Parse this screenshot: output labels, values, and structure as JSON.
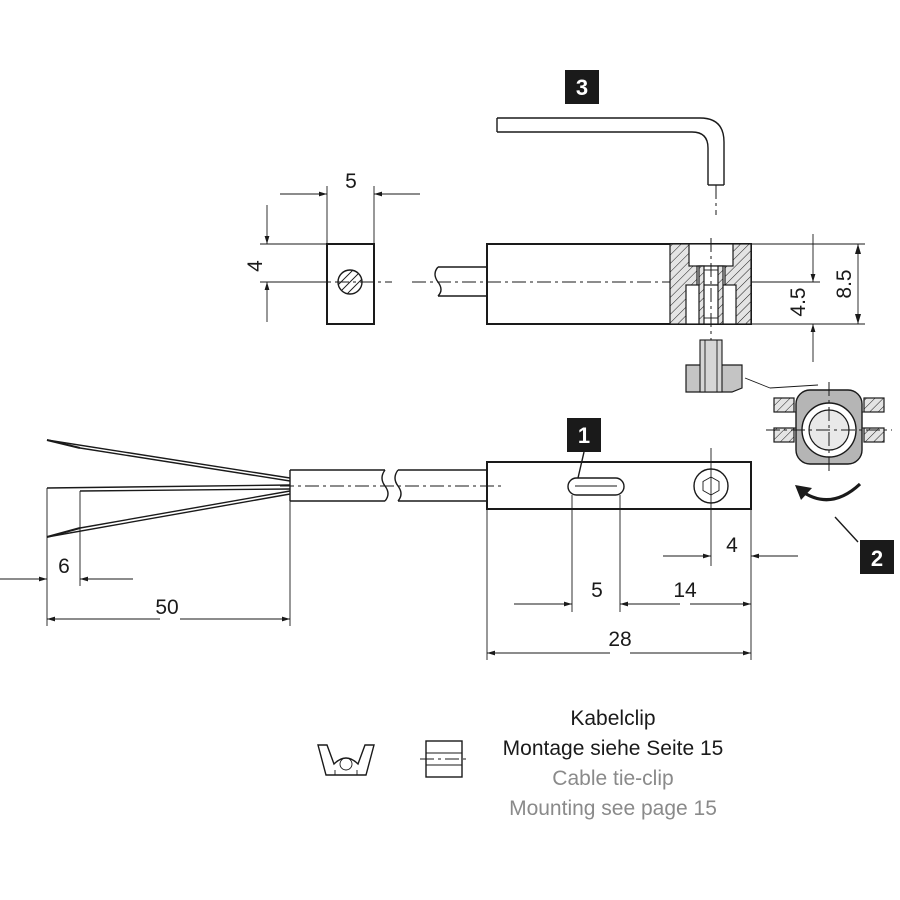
{
  "badges": {
    "one": "1",
    "two": "2",
    "three": "3"
  },
  "dimensions": {
    "clip_width": "5",
    "clip_height": "4",
    "end_offset": "4.5",
    "total_height": "8.5",
    "screw_offset": "4",
    "slot_width": "5",
    "slot_to_end": "14",
    "body_length": "28",
    "strip_length": "6",
    "wire_length": "50"
  },
  "legend": {
    "line1": "Kabelclip",
    "line2": "Montage siehe Seite 15",
    "line3": "Cable tie-clip",
    "line4": "Mounting see page 15"
  },
  "colors": {
    "ink": "#1a1a1a",
    "badge": "#1a1a1a",
    "grey_text": "#8a8a8a",
    "hatch_fill": "#d9d9d9"
  }
}
